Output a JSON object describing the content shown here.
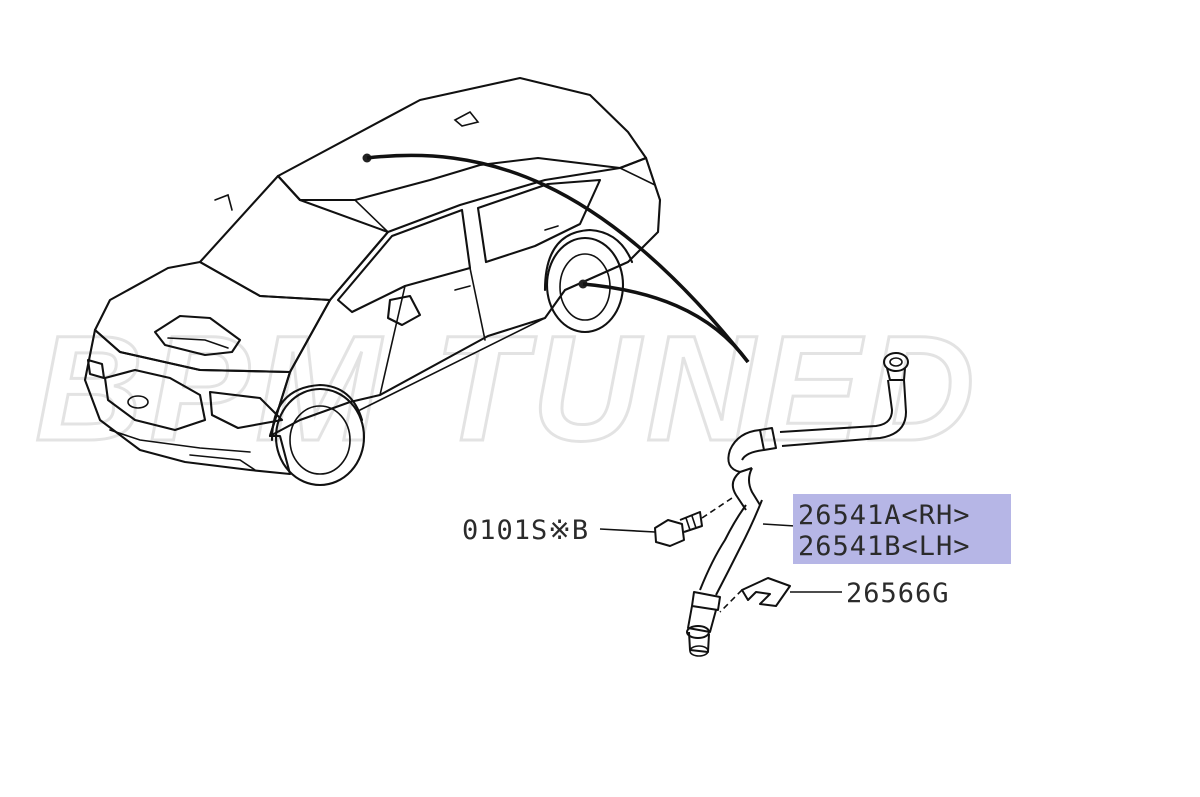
{
  "watermark": {
    "text": "BPM TUNED",
    "color": "#e3e3e3"
  },
  "callouts": {
    "bolt": "0101S※B",
    "hose_rh": "26541A<RH>",
    "hose_lh": "26541B<LH>",
    "clip": "26566G"
  },
  "colors": {
    "highlight": "#b6b6e6",
    "line": "#111111",
    "text": "#2b2b2b"
  }
}
